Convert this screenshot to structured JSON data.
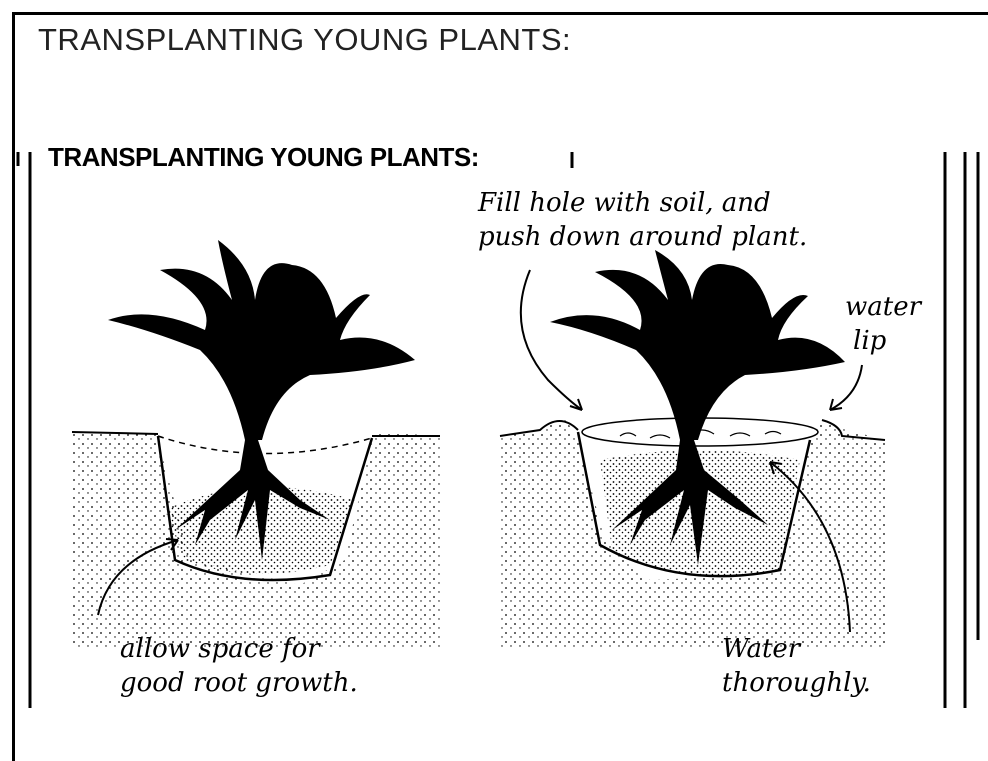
{
  "page_title": "TRANSPLANTING YOUNG PLANTS:",
  "illustration": {
    "heading": "TRANSPLANTING YOUNG PLANTS:",
    "labels": {
      "fill_hole": [
        "Fill hole with soil, and",
        "push down around plant."
      ],
      "water_lip": [
        "water",
        "lip"
      ],
      "allow_space": [
        "allow space for",
        "good root growth."
      ],
      "water_thoroughly": [
        "Water",
        "thoroughly."
      ]
    }
  }
}
